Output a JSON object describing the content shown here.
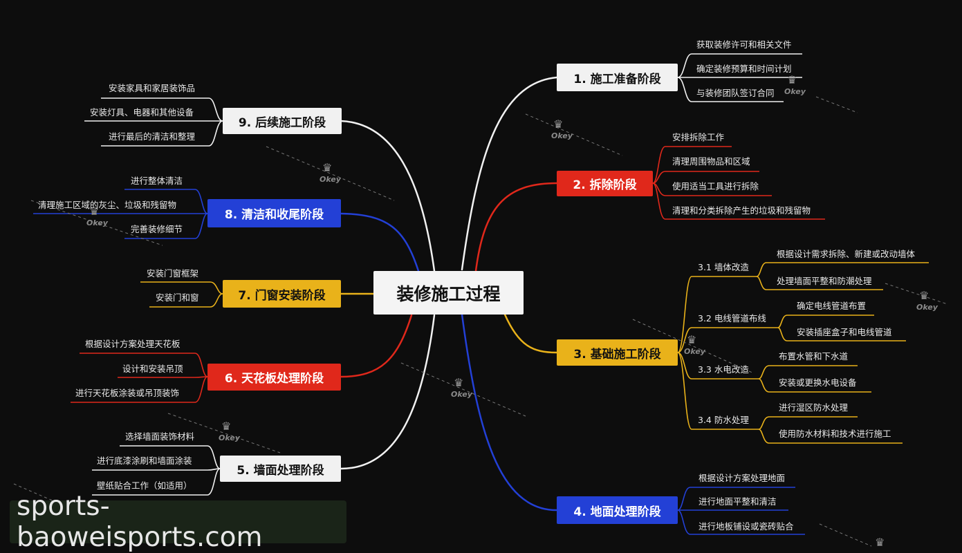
{
  "center": {
    "label": "装修施工过程"
  },
  "colors": {
    "white": "#f1f1f1",
    "red": "#e0281b",
    "yellow": "#e9b21a",
    "blue": "#2340d6",
    "background": "#0d0d0d"
  },
  "branches": {
    "b1": {
      "label": "1. 施工准备阶段",
      "items": [
        "获取装修许可和相关文件",
        "确定装修预算和时间计划",
        "与装修团队签订合同"
      ]
    },
    "b2": {
      "label": "2. 拆除阶段",
      "items": [
        "安排拆除工作",
        "清理周围物品和区域",
        "使用适当工具进行拆除",
        "清理和分类拆除产生的垃圾和残留物"
      ]
    },
    "b3": {
      "label": "3. 基础施工阶段",
      "subs": [
        {
          "label": "3.1 墙体改造",
          "items": [
            "根据设计需求拆除、新建或改动墙体",
            "处理墙面平整和防潮处理"
          ]
        },
        {
          "label": "3.2 电线管道布线",
          "items": [
            "确定电线管道布置",
            "安装插座盒子和电线管道"
          ]
        },
        {
          "label": "3.3 水电改造",
          "items": [
            "布置水管和下水道",
            "安装或更换水电设备"
          ]
        },
        {
          "label": "3.4 防水处理",
          "items": [
            "进行湿区防水处理",
            "使用防水材料和技术进行施工"
          ]
        }
      ]
    },
    "b4": {
      "label": "4. 地面处理阶段",
      "items": [
        "根据设计方案处理地面",
        "进行地面平整和清洁",
        "进行地板铺设或瓷砖贴合"
      ]
    },
    "b5": {
      "label": "5. 墙面处理阶段",
      "items": [
        "选择墙面装饰材料",
        "进行底漆涂刷和墙面涂装",
        "壁纸贴合工作（如适用）"
      ]
    },
    "b6": {
      "label": "6. 天花板处理阶段",
      "items": [
        "根据设计方案处理天花板",
        "设计和安装吊顶",
        "进行天花板涂装或吊顶装饰"
      ]
    },
    "b7": {
      "label": "7. 门窗安装阶段",
      "items": [
        "安装门窗框架",
        "安装门和窗"
      ]
    },
    "b8": {
      "label": "8. 清洁和收尾阶段",
      "items": [
        "进行整体清洁",
        "清理施工区域的灰尘、垃圾和残留物",
        "完善装修细节"
      ]
    },
    "b9": {
      "label": "9. 后续施工阶段",
      "items": [
        "安装家具和家居装饰品",
        "安装灯具、电器和其他设备",
        "进行最后的清洁和整理"
      ]
    }
  },
  "watermark": {
    "text": "Okey",
    "icon": "crown-icon"
  },
  "footer": {
    "text": "sports-baoweisports.com"
  }
}
